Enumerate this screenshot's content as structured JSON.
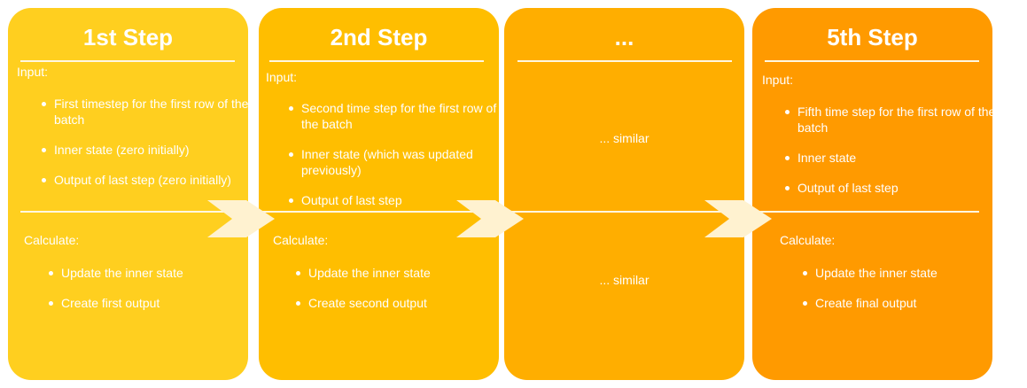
{
  "colors": {
    "step1": "#ffcf1f",
    "step2": "#ffbe00",
    "step3": "#ffae00",
    "step4": "#ff9a00",
    "arrow": "#fff2d0"
  },
  "steps": [
    {
      "title": "1st Step",
      "input_label": "Input:",
      "inputs": [
        "First timestep for the first row of the batch",
        "Inner state (zero initially)",
        "Output of last step (zero initially)"
      ],
      "calculate_label": "Calculate:",
      "calculations": [
        "Update the inner state",
        "Create first output"
      ]
    },
    {
      "title": "2nd Step",
      "input_label": "Input:",
      "inputs": [
        "Second time step for the first row of the batch",
        "Inner state (which was updated previously)",
        "Output of last step"
      ],
      "calculate_label": "Calculate:",
      "calculations": [
        "Update the inner state",
        "Create second output"
      ]
    },
    {
      "title": "...",
      "input_similar": "... similar",
      "calc_similar": "... similar"
    },
    {
      "title": "5th Step",
      "input_label": "Input:",
      "inputs": [
        "Fifth time step for the first row of the batch",
        "Inner state",
        "Output of last step"
      ],
      "calculate_label": "Calculate:",
      "calculations": [
        "Update the inner state",
        "Create final output"
      ]
    }
  ]
}
